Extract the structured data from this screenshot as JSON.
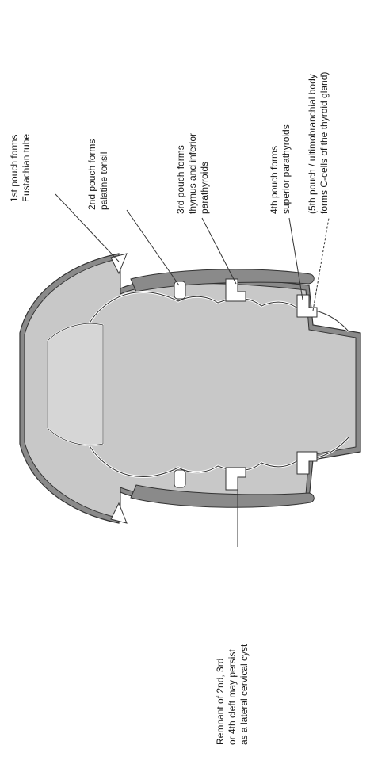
{
  "diagram": {
    "labels": {
      "pouch1": [
        "1st pouch forms",
        "Eustachian tube"
      ],
      "pouch2": [
        "2nd pouch forms",
        "palatine tonsil"
      ],
      "pouch3": [
        "3rd pouch forms",
        "thymus and inferior",
        "parathyroids"
      ],
      "pouch4": [
        "4th pouch forms",
        "superior parathyroids"
      ],
      "pouch5": [
        "(5th pouch / ultimobranchial body",
        "forms C-cells of the thyroid gland)"
      ],
      "cyst": [
        "Remnant of 2nd, 3rd",
        "or 4th cleft may persist",
        "as a lateral cervical cyst"
      ]
    },
    "colors": {
      "tissue_fill": "#c8c8c8",
      "ectoderm_band": "#8a8a8a",
      "outline": "#333333",
      "pouch_fill": "#ffffff"
    }
  }
}
